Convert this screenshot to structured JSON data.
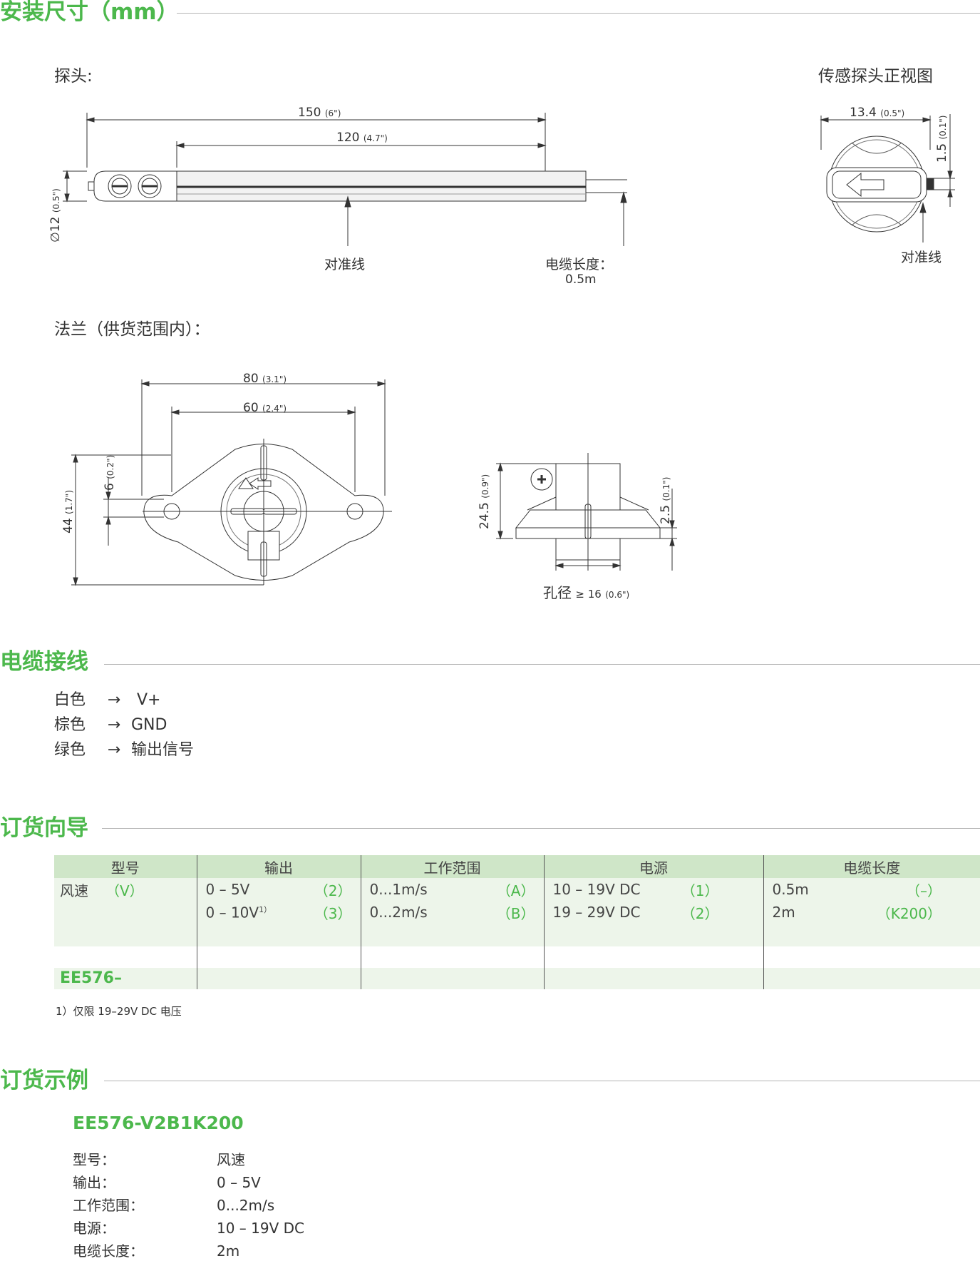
{
  "sections": {
    "dimensions": "安装尺寸（mm）",
    "wiring": "电缆接线",
    "ordering": "订货向导",
    "example": "订货示例"
  },
  "probe": {
    "label": "探头:",
    "front_view_title": "传感探头正视图",
    "dim_150": "150",
    "dim_150_in": "(6\")",
    "dim_120": "120",
    "dim_120_in": "(4.7\")",
    "dim_dia": "∅12",
    "dim_dia_in": "(0.5\")",
    "alignment_line": "对准线",
    "cable_length_label": "电缆长度：",
    "cable_length_value": "0.5m",
    "front_dim_13": "13.4",
    "front_dim_13_in": "(0.5\")",
    "front_dim_15": "1.5",
    "front_dim_15_in": "(0.1\")",
    "front_alignment_line": "对准线"
  },
  "flange": {
    "label": "法兰（供货范围内）：",
    "dim_80": "80",
    "dim_80_in": "(3.1\")",
    "dim_60": "60",
    "dim_60_in": "(2.4\")",
    "dim_6": "6",
    "dim_6_in": "(0.2\")",
    "dim_44": "44",
    "dim_44_in": "(1.7\")",
    "dim_245": "24.5",
    "dim_245_in": "(0.9\")",
    "dim_25": "2.5",
    "dim_25_in": "(0.1\")",
    "hole_label": "孔径",
    "hole_op": "≥ 16",
    "hole_in": "(0.6\")"
  },
  "wiring": [
    {
      "color": "白色",
      "arrow": "→",
      "signal": "V+"
    },
    {
      "color": "棕色",
      "arrow": "→",
      "signal": "GND"
    },
    {
      "color": "绿色",
      "arrow": "→",
      "signal": "输出信号"
    }
  ],
  "order_table": {
    "headers": [
      "型号",
      "输出",
      "工作范围",
      "电源",
      "电缆长度"
    ],
    "model": {
      "name": "风速",
      "code": "（V）"
    },
    "output": [
      {
        "value": "0 – 5V",
        "sup": "",
        "code": "（2）"
      },
      {
        "value": "0 – 10V",
        "sup": "1）",
        "code": "（3）"
      }
    ],
    "range": [
      {
        "value": "0...1m/s",
        "code": "（A）"
      },
      {
        "value": "0...2m/s",
        "code": "（B）"
      }
    ],
    "power": [
      {
        "value": "10 – 19V DC",
        "code": "（1）"
      },
      {
        "value": "19 – 29V DC",
        "code": "（2）"
      }
    ],
    "cable": [
      {
        "value": "0.5m",
        "code": "（–）"
      },
      {
        "value": "2m",
        "code": "（K200）"
      }
    ],
    "model_code": "EE576–",
    "footnote": "1）仅限 19–29V DC 电压"
  },
  "example": {
    "code": "EE576-V2B1K200",
    "rows": [
      {
        "key": "型号：",
        "value": "风速"
      },
      {
        "key": "输出：",
        "value": "0 – 5V"
      },
      {
        "key": "工作范围：",
        "value": "0...2m/s"
      },
      {
        "key": "电源：",
        "value": "10 – 19V DC"
      },
      {
        "key": "电缆长度：",
        "value": "2m"
      }
    ]
  }
}
